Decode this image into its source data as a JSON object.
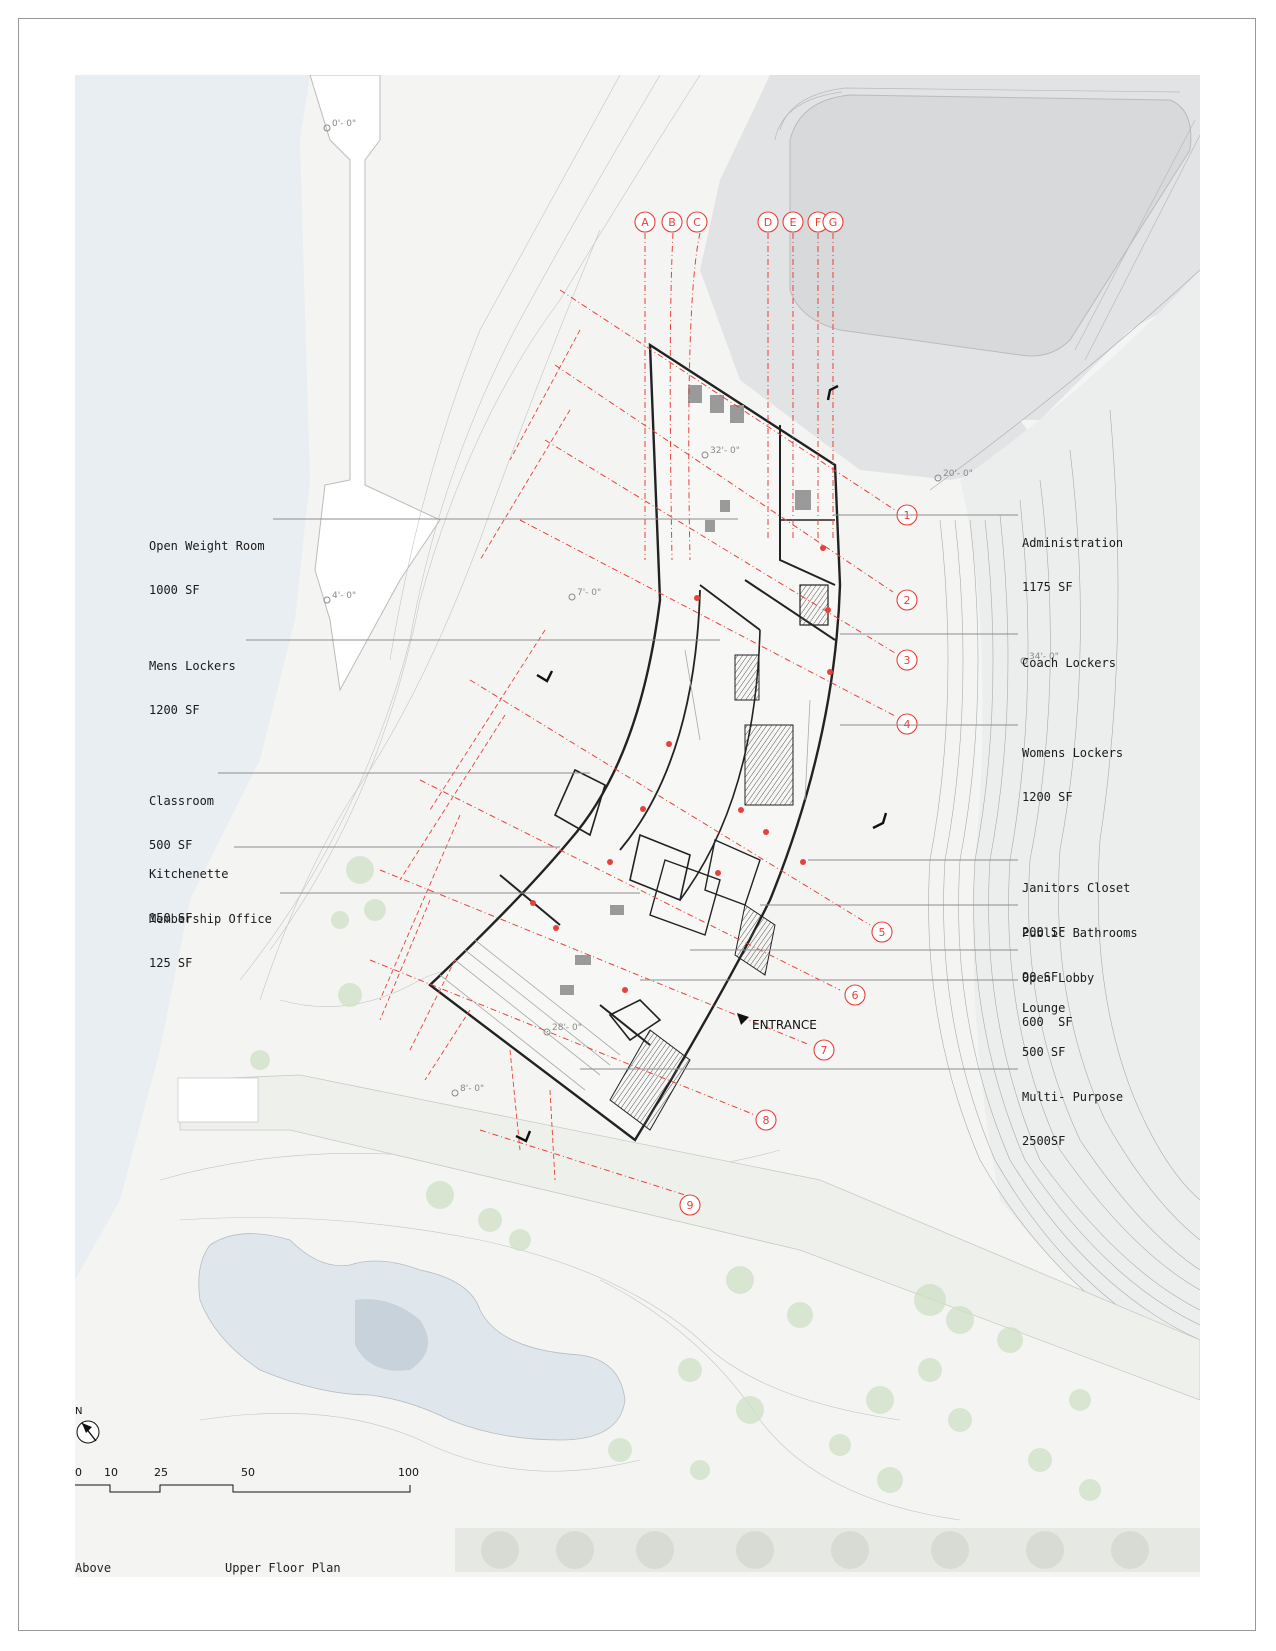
{
  "colors": {
    "grid_red": "#e8413a",
    "ink": "#1a1a1a",
    "water": "#e9eef2",
    "terrain": "#f2f3f0",
    "structure": "#e2e3e4",
    "vegetation": "#cfe0c6"
  },
  "grid_columns": [
    "A",
    "B",
    "C",
    "D",
    "E",
    "F",
    "G"
  ],
  "grid_rows": [
    "1",
    "2",
    "3",
    "4",
    "5",
    "6",
    "7",
    "8",
    "9"
  ],
  "spot_elevations": [
    "0'- 0\"",
    "20'- 0\"",
    "32'- 0\"",
    "4'- 0\"",
    "7'- 0\"",
    "34'- 0\"",
    "28'- 0\"",
    "8'- 0\""
  ],
  "rooms_left": [
    {
      "name": "Open Weight Room",
      "area": "1000 SF"
    },
    {
      "name": "Mens Lockers",
      "area": "1200 SF"
    },
    {
      "name": "Classroom",
      "area": "500 SF"
    },
    {
      "name": "Kitchenette",
      "area": "150 SF"
    },
    {
      "name": "Membership Office",
      "area": "125 SF"
    }
  ],
  "rooms_right": [
    {
      "name": "Administration",
      "area": "1175 SF"
    },
    {
      "name": "Coach Lockers",
      "area": ""
    },
    {
      "name": "Womens Lockers",
      "area": "1200 SF"
    },
    {
      "name": "Janitors Closet",
      "area": "200 SF"
    },
    {
      "name": "Public Bathrooms",
      "area": "90 SF"
    },
    {
      "name": "Open Lobby",
      "area": "600  SF"
    },
    {
      "name": "Lounge",
      "area": "500 SF"
    },
    {
      "name": "Multi- Purpose",
      "area": "2500SF"
    }
  ],
  "entrance_label": "ENTRANCE",
  "north_label": "N",
  "scale_bar": [
    "0",
    "10",
    "25",
    "50",
    "100"
  ],
  "footer": {
    "left": "Above",
    "title": "Upper Floor Plan"
  }
}
